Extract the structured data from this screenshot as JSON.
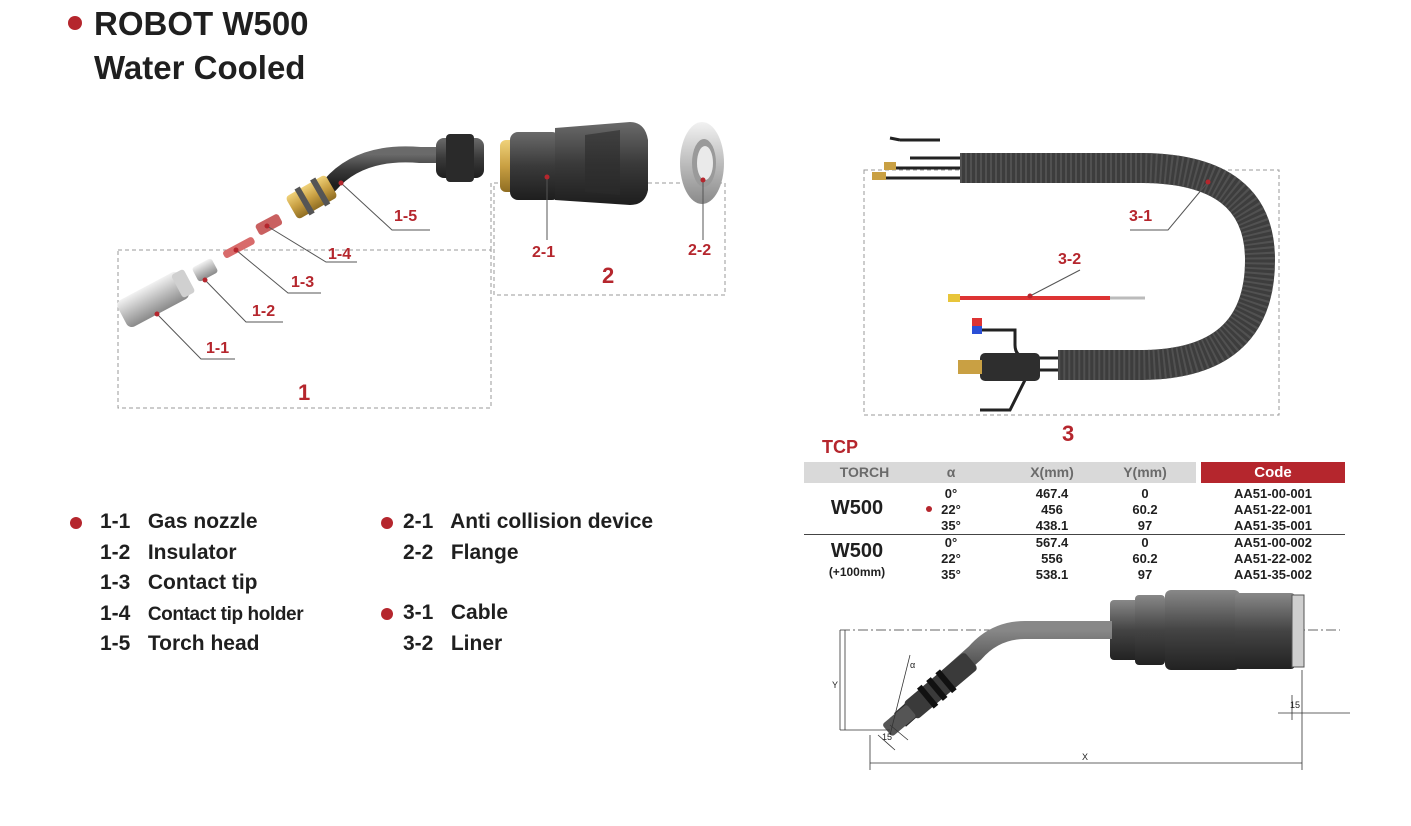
{
  "header": {
    "title_line1": "ROBOT W500",
    "title_line2": "Water Cooled"
  },
  "callouts": {
    "c1_1": "1-1",
    "c1_2": "1-2",
    "c1_3": "1-3",
    "c1_4": "1-4",
    "c1_5": "1-5",
    "c2_1": "2-1",
    "c2_2": "2-2",
    "c3_1": "3-1",
    "c3_2": "3-2"
  },
  "groups": {
    "g1": "1",
    "g2": "2",
    "g3": "3"
  },
  "legend": {
    "items": [
      {
        "code": "1-1",
        "name": "Gas nozzle"
      },
      {
        "code": "1-2",
        "name": "Insulator"
      },
      {
        "code": "1-3",
        "name": "Contact tip"
      },
      {
        "code": "1-4",
        "name": "Contact tip holder"
      },
      {
        "code": "1-5",
        "name": "Torch head"
      },
      {
        "code": "2-1",
        "name": "Anti collision device"
      },
      {
        "code": "2-2",
        "name": "Flange"
      },
      {
        "code": "3-1",
        "name": "Cable"
      },
      {
        "code": "3-2",
        "name": "Liner"
      }
    ]
  },
  "tcp": {
    "label": "TCP",
    "headers": {
      "torch": "TORCH",
      "alpha": "α",
      "x": "X(mm)",
      "y": "Y(mm)",
      "code": "Code"
    },
    "torch1": {
      "name": "W500",
      "rows": [
        {
          "alpha": "0°",
          "x": "467.4",
          "y": "0",
          "code": "AA51-00-001"
        },
        {
          "alpha": "22°",
          "x": "456",
          "y": "60.2",
          "code": "AA51-22-001"
        },
        {
          "alpha": "35°",
          "x": "438.1",
          "y": "97",
          "code": "AA51-35-001"
        }
      ]
    },
    "torch2": {
      "name": "W500",
      "sub": "(+100mm)",
      "rows": [
        {
          "alpha": "0°",
          "x": "567.4",
          "y": "0",
          "code": "AA51-00-002"
        },
        {
          "alpha": "22°",
          "x": "556",
          "y": "60.2",
          "code": "AA51-22-002"
        },
        {
          "alpha": "35°",
          "x": "538.1",
          "y": "97",
          "code": "AA51-35-002"
        }
      ]
    }
  },
  "dimension": {
    "x": "X",
    "y": "Y",
    "alpha": "α",
    "d15a": "15",
    "d15b": "15"
  },
  "colors": {
    "accent": "#b5262d",
    "header_gray": "#d9d9d9"
  }
}
